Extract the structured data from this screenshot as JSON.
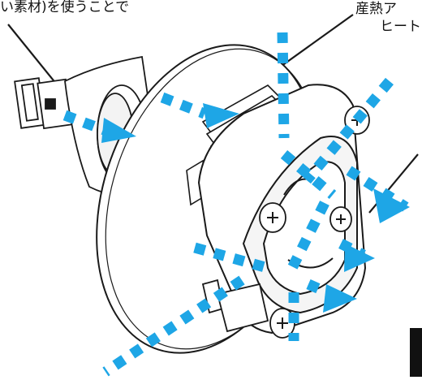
{
  "labels": {
    "left_caption": "い素材)を使うことで",
    "right_caption_line1": "産熱ア",
    "right_caption_line2": "ヒート"
  },
  "colors": {
    "airflow": "#1ea6e6",
    "line": "#1a1a1a",
    "fill": "#ffffff",
    "shade": "#e8e8e8"
  }
}
